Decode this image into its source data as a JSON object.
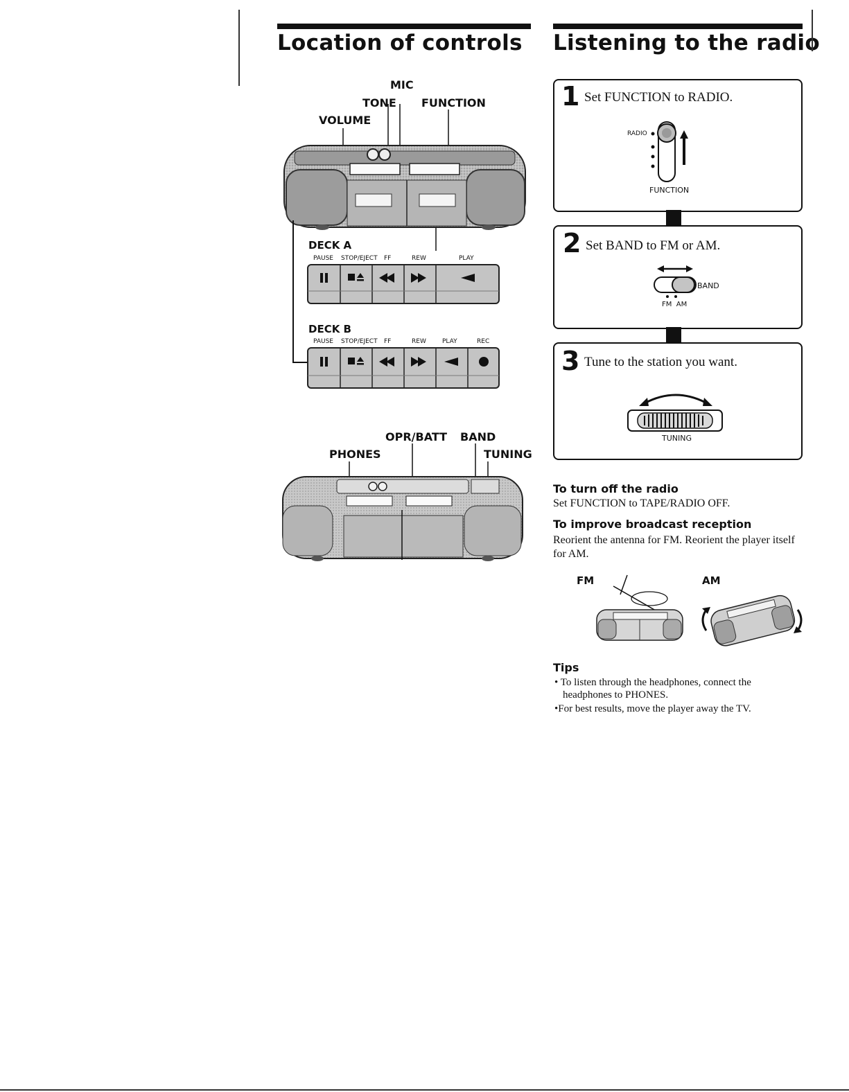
{
  "left_section": {
    "title": "Location of controls",
    "top_labels": {
      "mic": "MIC",
      "tone": "TONE",
      "function": "FUNCTION",
      "volume": "VOLUME"
    },
    "deck_a": {
      "title": "DECK A",
      "buttons": [
        "PAUSE",
        "STOP/EJECT",
        "FF",
        "REW",
        "PLAY"
      ]
    },
    "deck_b": {
      "title": "DECK B",
      "buttons": [
        "PAUSE",
        "STOP/EJECT",
        "FF",
        "REW",
        "PLAY",
        "REC"
      ]
    },
    "rear_labels": {
      "opr_batt": "OPR/BATT",
      "band": "BAND",
      "phones": "PHONES",
      "tuning": "TUNING"
    }
  },
  "right_section": {
    "title": "Listening to the radio",
    "steps": [
      {
        "number": "1",
        "text": "Set FUNCTION to RADIO.",
        "switch_top_label": "RADIO",
        "switch_caption": "FUNCTION"
      },
      {
        "number": "2",
        "text": "Set BAND to FM or AM.",
        "switch_side_label": "BAND",
        "switch_options": "FM  AM"
      },
      {
        "number": "3",
        "text": "Tune to the station you want.",
        "dial_caption": "TUNING"
      }
    ],
    "turn_off": {
      "heading": "To turn off the radio",
      "body": "Set FUNCTION to TAPE/RADIO OFF."
    },
    "improve": {
      "heading": "To improve broadcast reception",
      "body": "Reorient the antenna for FM.  Reorient the player itself for AM.",
      "fm_label": "FM",
      "am_label": "AM"
    },
    "tips": {
      "heading": "Tips",
      "items": [
        "• To listen through the headphones, connect the headphones to PHONES.",
        "•For best results, move the player away the TV."
      ]
    }
  }
}
